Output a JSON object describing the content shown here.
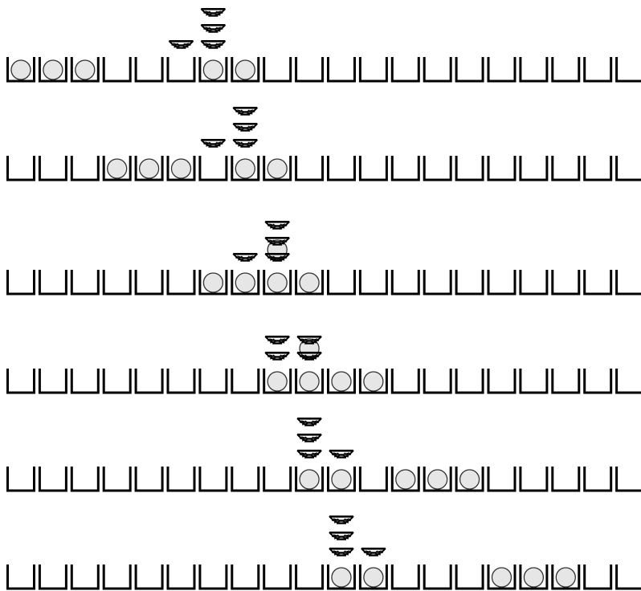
{
  "diagram": {
    "cell_count": 20,
    "rows": [
      {
        "balls_in_cells": [
          0,
          1,
          2,
          6,
          7
        ],
        "stacks": [
          {
            "cell": 5,
            "baskets": 1
          },
          {
            "cell": 6,
            "baskets": 3
          }
        ],
        "lifted_ball_cells": []
      },
      {
        "balls_in_cells": [
          3,
          4,
          5,
          7,
          8
        ],
        "stacks": [
          {
            "cell": 6,
            "baskets": 1
          },
          {
            "cell": 7,
            "baskets": 3
          }
        ],
        "lifted_ball_cells": []
      },
      {
        "balls_in_cells": [
          6,
          7,
          8,
          9
        ],
        "stacks": [
          {
            "cell": 7,
            "baskets": 1
          },
          {
            "cell": 8,
            "baskets": 3
          }
        ],
        "lifted_ball_cells": [
          8
        ]
      },
      {
        "balls_in_cells": [
          8,
          9,
          10,
          11
        ],
        "stacks": [
          {
            "cell": 8,
            "baskets": 2
          },
          {
            "cell": 9,
            "baskets": 2
          }
        ],
        "lifted_ball_cells": [
          9
        ]
      },
      {
        "balls_in_cells": [
          9,
          10,
          12,
          13,
          14
        ],
        "stacks": [
          {
            "cell": 9,
            "baskets": 3
          },
          {
            "cell": 10,
            "baskets": 1
          }
        ],
        "lifted_ball_cells": []
      },
      {
        "balls_in_cells": [
          10,
          11,
          15,
          16,
          17
        ],
        "stacks": [
          {
            "cell": 10,
            "baskets": 3
          },
          {
            "cell": 11,
            "baskets": 1
          }
        ],
        "lifted_ball_cells": []
      }
    ],
    "colors": {
      "stroke": "#000000",
      "ball_fill": "#e6e6e6",
      "background": "#ffffff"
    }
  }
}
